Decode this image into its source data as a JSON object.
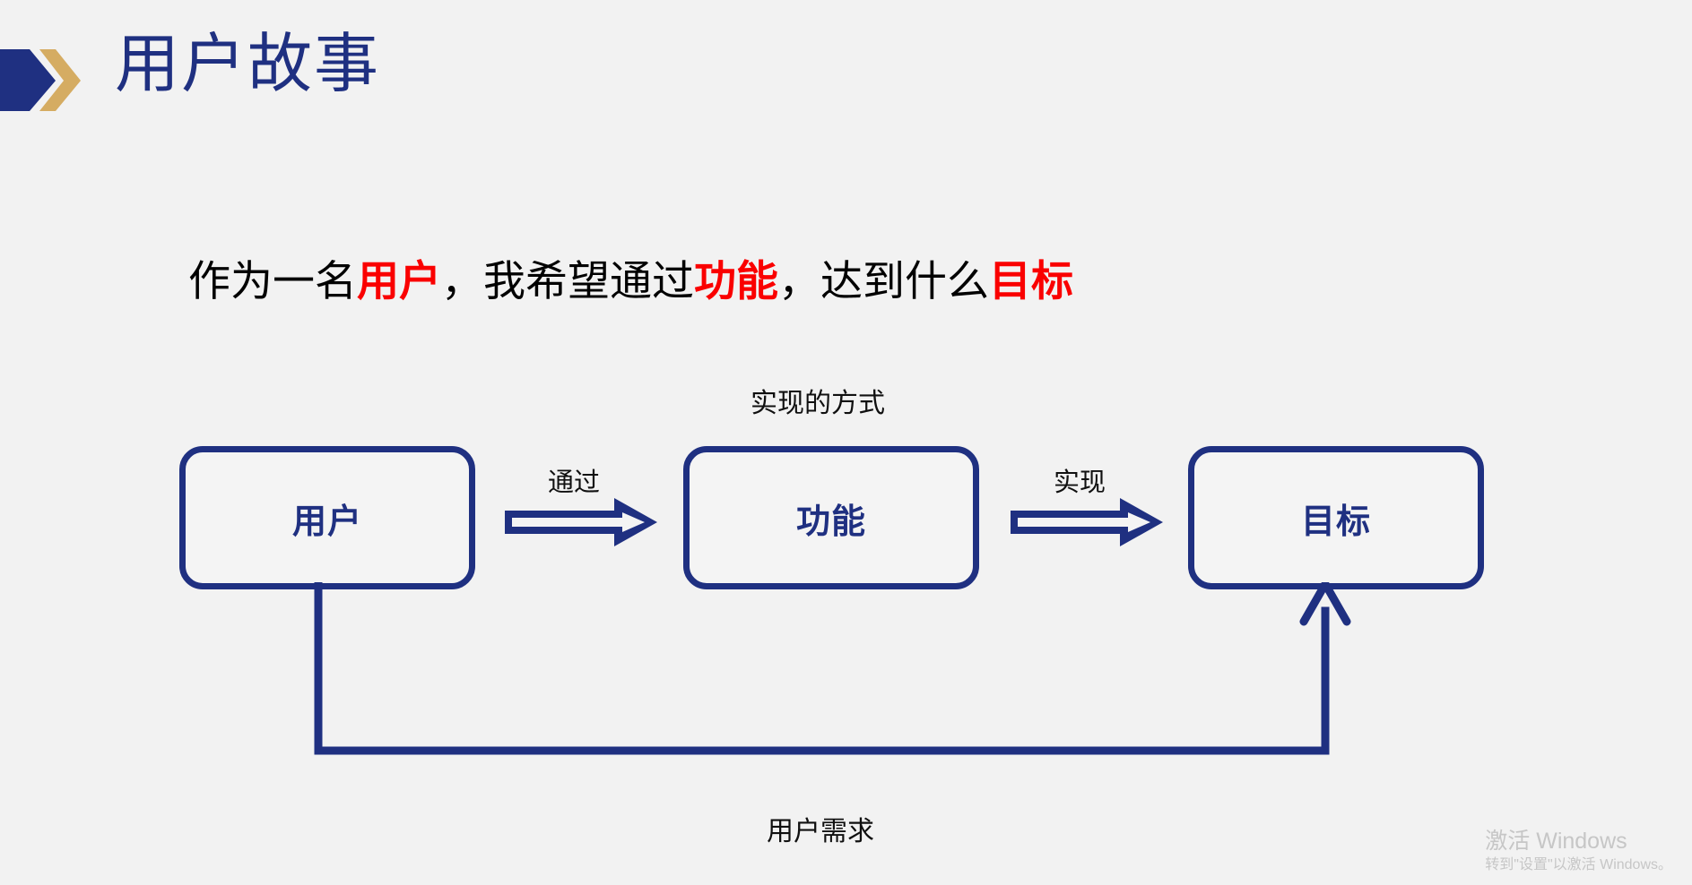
{
  "slide": {
    "background_color": "#f2f2f2",
    "title": "用户故事",
    "title_color": "#1f3081",
    "logo": {
      "icon": "double-chevron-right-icon",
      "primary_color": "#1f3081",
      "accent_color": "#d5ac62"
    }
  },
  "story": {
    "prefix": "作为一名",
    "role": "用户",
    "comma1": "，我希望通过",
    "feature": "功能",
    "comma2": "，达到什么",
    "goal": "目标",
    "highlight_color": "#fa0000",
    "text_color": "#000000"
  },
  "diagram": {
    "accent_color": "#1f3081",
    "nodes": [
      {
        "id": "user",
        "label": "用户"
      },
      {
        "id": "feature",
        "label": "功能"
      },
      {
        "id": "goal",
        "label": "目标"
      }
    ],
    "edges": [
      {
        "id": "user-to-feature",
        "label": "通过",
        "icon": "block-arrow-right-icon"
      },
      {
        "id": "feature-to-goal",
        "label": "实现",
        "icon": "block-arrow-right-icon"
      }
    ],
    "annotations": [
      {
        "id": "method-note",
        "label": "实现的方式"
      },
      {
        "id": "demand-note",
        "label": "用户需求"
      }
    ],
    "feedback": {
      "label": "用户需求",
      "icon": "arrow-up-icon",
      "from": "user",
      "to": "goal"
    }
  },
  "watermark": {
    "line1": "激活 Windows",
    "line2": "转到\"设置\"以激活 Windows。",
    "color": "#c6c6c6"
  }
}
